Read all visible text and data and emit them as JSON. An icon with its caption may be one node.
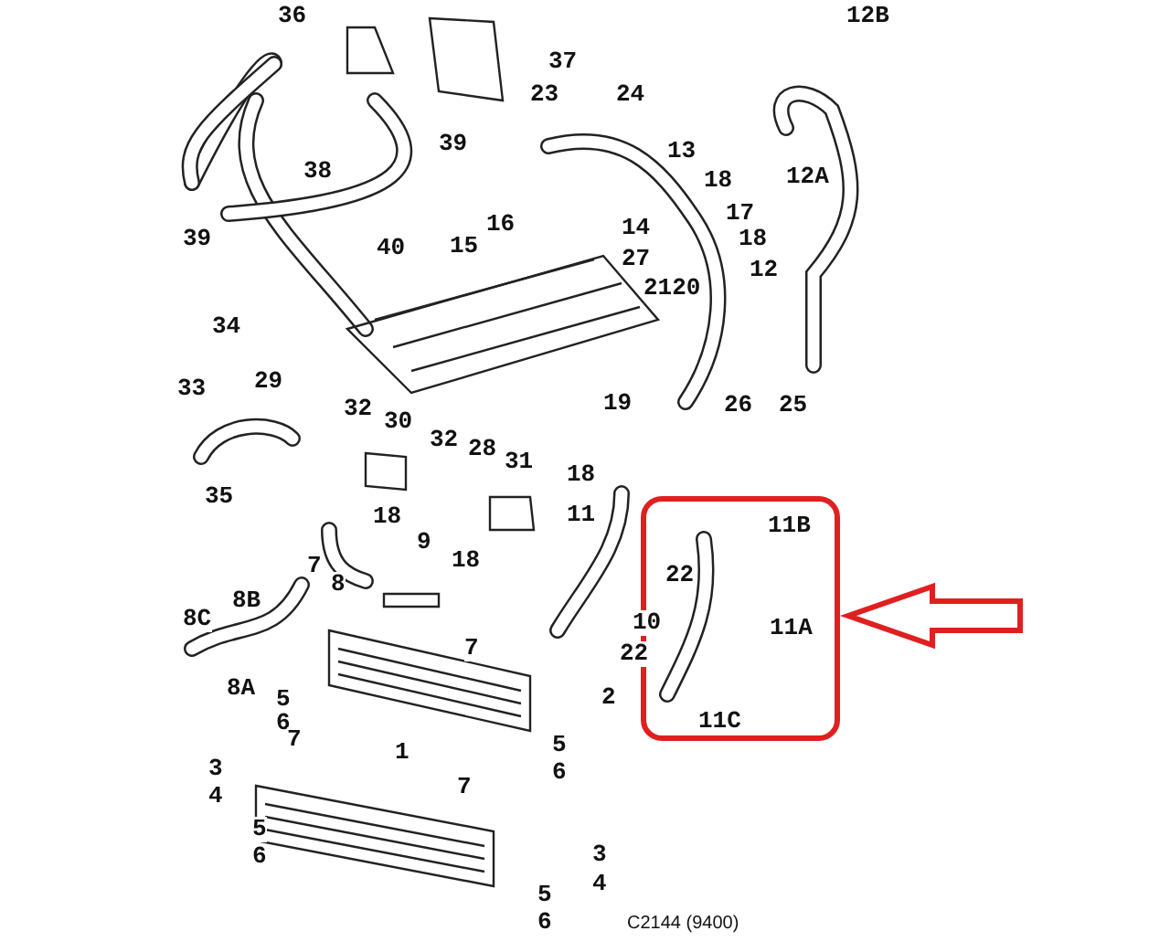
{
  "diagram": {
    "labels": [
      "36",
      "37",
      "12B",
      "23",
      "24",
      "13",
      "38",
      "39",
      "18",
      "12A",
      "17",
      "39",
      "40",
      "16",
      "15",
      "14",
      "18",
      "27",
      "12",
      "2120",
      "34",
      "29",
      "33",
      "19",
      "26",
      "25",
      "32",
      "30",
      "32",
      "28",
      "31",
      "18",
      "35",
      "18",
      "11",
      "11B",
      "9",
      "18",
      "7",
      "8",
      "22",
      "8B",
      "8C",
      "10",
      "11A",
      "22",
      "8A",
      "7",
      "2",
      "5",
      "6",
      "11C",
      "5",
      "7",
      "1",
      "6",
      "3",
      "7",
      "4",
      "5",
      "3",
      "4",
      "6",
      "5",
      "6",
      "C2144 (9400)"
    ]
  }
}
